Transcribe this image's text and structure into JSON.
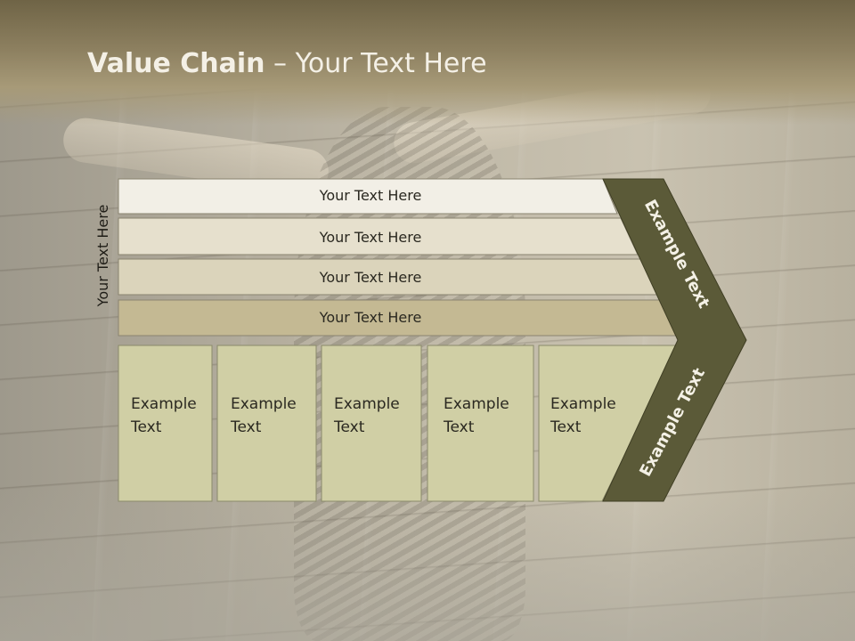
{
  "title": {
    "bold": "Value Chain",
    "rest": " – Your Text Here"
  },
  "side_label": "Your Text Here",
  "bands": [
    {
      "label": "Your Text Here",
      "fill": "#f2efe6"
    },
    {
      "label": "Your Text Here",
      "fill": "#e6e0cd"
    },
    {
      "label": "Your Text Here",
      "fill": "#dbd4bb"
    },
    {
      "label": "Your Text Here",
      "fill": "#c4b993"
    }
  ],
  "columns": [
    {
      "line1": "Example",
      "line2": "Text"
    },
    {
      "line1": "Example",
      "line2": "Text"
    },
    {
      "line1": "Example",
      "line2": "Text"
    },
    {
      "line1": "Example",
      "line2": "Text"
    },
    {
      "line1": "Example",
      "line2": "Text"
    }
  ],
  "arrow": {
    "upper_label": "Example Text",
    "lower_label": "Example Text"
  },
  "colors": {
    "column_fill": "#d0cfa5",
    "arrow_fill": "#5b5a38",
    "title_bar": "#8d8060"
  }
}
